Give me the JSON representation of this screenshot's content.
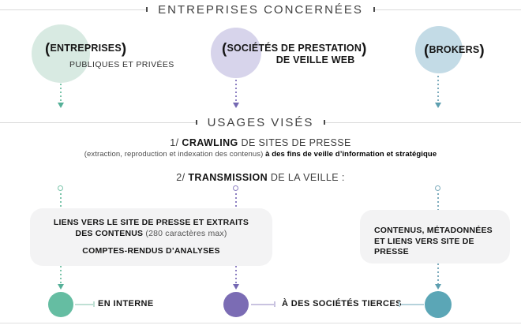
{
  "glyphs": {
    "paren_open": "(",
    "paren_close": ")"
  },
  "colors": {
    "mint_circle": "#d8eae2",
    "lavender_circle": "#d7d4eb",
    "bluegray_circle": "#c3dbe6",
    "teal": "#65bda2",
    "purple": "#7b6cb4",
    "steel_blue": "#5ba6b6",
    "box_bg": "#f3f3f4"
  },
  "sections": {
    "entities": {
      "title": "ENTREPRISES CONCERNÉES"
    },
    "usages": {
      "title": "USAGES VISÉS"
    }
  },
  "entities": [
    {
      "name": "ENTREPRISES",
      "sub": "PUBLIQUES ET PRIVÉES"
    },
    {
      "name_line1": "SOCIÉTÉS DE PRESTATION",
      "name_line2": "DE VEILLE WEB"
    },
    {
      "name": "BROKERS"
    }
  ],
  "usages": {
    "crawling": {
      "num": "1/",
      "keyword": "CRAWLING",
      "rest": "DE SITES DE PRESSE",
      "note_regular": "(extraction, reproduction et indexation des contenus)",
      "note_bold": "à des fins de veille d’information et stratégique"
    },
    "transmission": {
      "num": "2/",
      "keyword": "TRANSMISSION",
      "rest": "DE LA VEILLE :"
    }
  },
  "boxes": {
    "left": {
      "line1": "LIENS VERS LE SITE DE PRESSE ET EXTRAITS",
      "line2_bold": "DES CONTENUS",
      "line2_note": "(280 caractères max)",
      "line3": "COMPTES-RENDUS D’ANALYSES"
    },
    "right": {
      "line1": "CONTENUS, MÉTADONNÉES",
      "line2": "ET LIENS VERS SITE DE PRESSE"
    }
  },
  "destinations": {
    "internal": "EN INTERNE",
    "third_party": "À DES SOCIÉTÉS TIERCES"
  }
}
